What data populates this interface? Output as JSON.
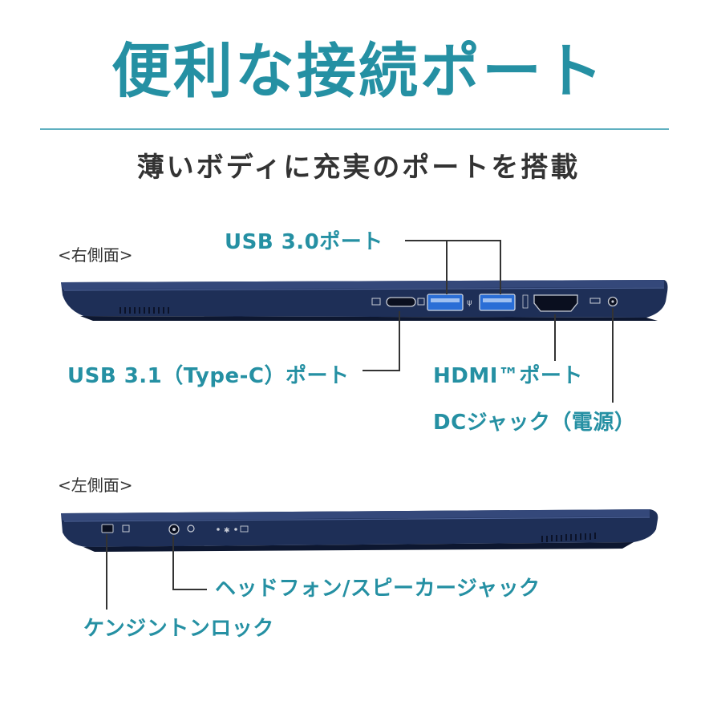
{
  "heading": {
    "title": "便利な接続ポート",
    "subtitle": "薄いボディに充実のポートを搭載"
  },
  "right_side": {
    "label": "<右側面>",
    "ports": {
      "usb30": "USB 3.0ポート",
      "usbc": "USB 3.1（Type-C）ポート",
      "hdmi": "HDMI™ポート",
      "dc": "DCジャック（電源）"
    }
  },
  "left_side": {
    "label": "<左側面>",
    "ports": {
      "headphone": "ヘッドフォン/スピーカージャック",
      "kensington": "ケンジントンロック"
    }
  },
  "colors": {
    "accent": "#2590a3",
    "laptop_body": "#1e2f57",
    "laptop_dark": "#0d1730",
    "usb_blue": "#2a6ed6"
  }
}
